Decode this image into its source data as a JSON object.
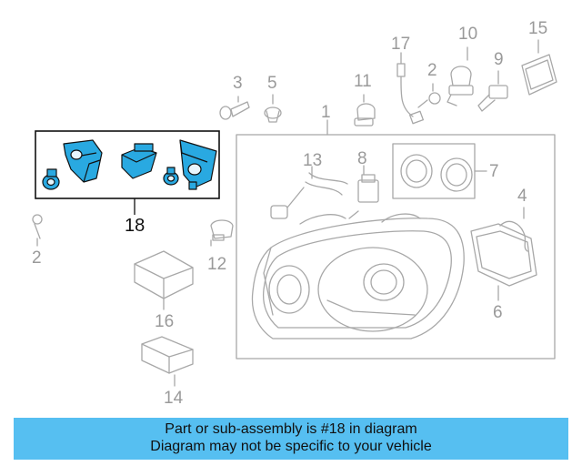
{
  "diagram": {
    "highlighted_part": "18",
    "callouts": {
      "c1": "1",
      "c2a": "2",
      "c2b": "2",
      "c3": "3",
      "c4": "4",
      "c5": "5",
      "c6": "6",
      "c7": "7",
      "c8": "8",
      "c9": "9",
      "c10": "10",
      "c11": "11",
      "c12": "12",
      "c13": "13",
      "c14": "14",
      "c15": "15",
      "c16": "16",
      "c17": "17",
      "c18": "18"
    },
    "colors": {
      "highlight_part": "#29a9e1",
      "line_gray": "#a8a8a8",
      "banner": "#56bff1"
    }
  },
  "banner": {
    "line1": "Part or sub-assembly is #18 in diagram",
    "line2": "Diagram may not be specific to your vehicle"
  }
}
